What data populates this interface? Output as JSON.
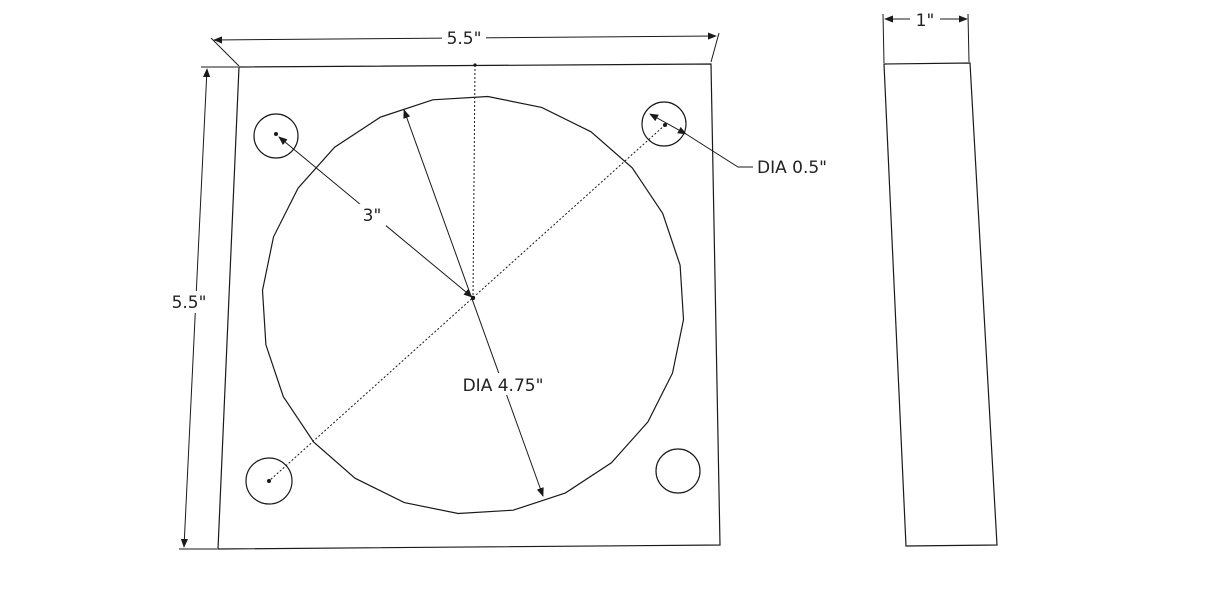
{
  "colors": {
    "plate_fill": "#d4d9e1",
    "edge": "#1a1a1a",
    "hole_fill": "#ffffff",
    "background": "#ffffff"
  },
  "labels": {
    "top_width": "5.5\"",
    "left_height": "5.5\"",
    "radius": "3\"",
    "hole_diameter": "DIA 0.5\"",
    "center_diameter": "DIA 4.75\"",
    "side_thickness": "1\""
  }
}
